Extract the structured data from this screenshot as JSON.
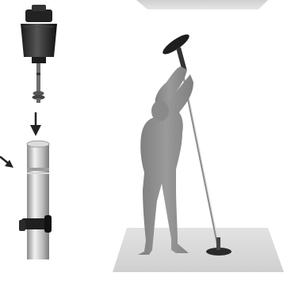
{
  "illustration": {
    "panels": [
      "connector-assembly",
      "pole-clamp-detail",
      "person-using-pole"
    ]
  }
}
